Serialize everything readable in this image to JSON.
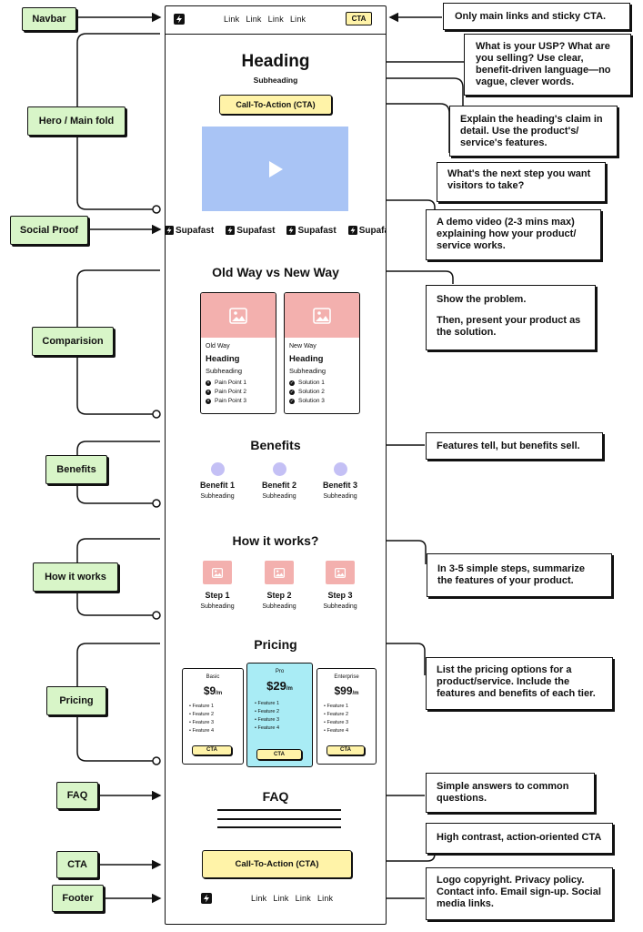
{
  "navbar": {
    "links": [
      "Link",
      "Link",
      "Link",
      "Link"
    ],
    "cta": "CTA"
  },
  "hero": {
    "heading": "Heading",
    "subheading": "Subheading",
    "cta": "Call-To-Action (CTA)"
  },
  "social_proof": {
    "logos": [
      "Supafast",
      "Supafast",
      "Supafast",
      "Supafas"
    ]
  },
  "comparison": {
    "title": "Old Way vs New Way",
    "cards": [
      {
        "tag": "Old Way",
        "heading": "Heading",
        "subheading": "Subheading",
        "points": [
          "Pain Point 1",
          "Pain Point 2",
          "Pain Point 3"
        ]
      },
      {
        "tag": "New Way",
        "heading": "Heading",
        "subheading": "Subheading",
        "points": [
          "Solution 1",
          "Solution 2",
          "Solution 3"
        ]
      }
    ]
  },
  "benefits": {
    "title": "Benefits",
    "items": [
      {
        "name": "Benefit 1",
        "sub": "Subheading"
      },
      {
        "name": "Benefit 2",
        "sub": "Subheading"
      },
      {
        "name": "Benefit 3",
        "sub": "Subheading"
      }
    ]
  },
  "how": {
    "title": "How it works?",
    "steps": [
      {
        "name": "Step 1",
        "sub": "Subheading"
      },
      {
        "name": "Step 2",
        "sub": "Subheading"
      },
      {
        "name": "Step 3",
        "sub": "Subheading"
      }
    ]
  },
  "pricing": {
    "title": "Pricing",
    "plans": [
      {
        "name": "Basic",
        "price": "$9",
        "per": "/m",
        "features": [
          "Feature 1",
          "Feature 2",
          "Feature 3",
          "Feature 4"
        ],
        "cta": "CTA"
      },
      {
        "name": "Pro",
        "price": "$29",
        "per": "/m",
        "features": [
          "Feature 1",
          "Feature 2",
          "Feature 3",
          "Feature 4"
        ],
        "cta": "CTA"
      },
      {
        "name": "Enterprise",
        "price": "$99",
        "per": "/m",
        "features": [
          "Feature 1",
          "Feature 2",
          "Feature 3",
          "Feature 4"
        ],
        "cta": "CTA"
      }
    ]
  },
  "faq": {
    "title": "FAQ"
  },
  "final_cta": {
    "label": "Call-To-Action (CTA)"
  },
  "footer": {
    "links": [
      "Link",
      "Link",
      "Link",
      "Link"
    ]
  },
  "labels": {
    "navbar": "Navbar",
    "hero": "Hero / Main fold",
    "social": "Social Proof",
    "comparison": "Comparision",
    "benefits": "Benefits",
    "how": "How it works",
    "pricing": "Pricing",
    "faq": "FAQ",
    "cta": "CTA",
    "footer": "Footer"
  },
  "notes": {
    "navbar": "Only main links and sticky CTA.",
    "usp": "What is your USP? What are you selling? Use clear, benefit-driven language—no vague, clever words.",
    "sub": "Explain the heading's claim in detail. Use the product's/ service's features.",
    "cta": "What's the next step you want visitors to take?",
    "video": "A demo video (2-3 mins max) explaining how your product/ service works.",
    "compare_1": "Show the problem.",
    "compare_2": "Then, present your product as the solution.",
    "benefits": "Features tell, but benefits sell.",
    "how": "In 3-5 simple steps, summarize the features of your product.",
    "pricing": "List the pricing options for a product/service. Include the features and benefits of each tier.",
    "faq": "Simple answers to common questions.",
    "final_cta": "High contrast, action-oriented CTA",
    "footer": "Logo copyright. Privacy policy. Contact info. Email sign-up. Social media links."
  },
  "colors": {
    "label_bg": "#d8f5c8",
    "cta_bg": "#fff3a8",
    "video_bg": "#a9c4f5",
    "img_bg": "#f3b0ae",
    "benefit_dot": "#c4c0f5",
    "pro_bg": "#a9ecf5"
  }
}
